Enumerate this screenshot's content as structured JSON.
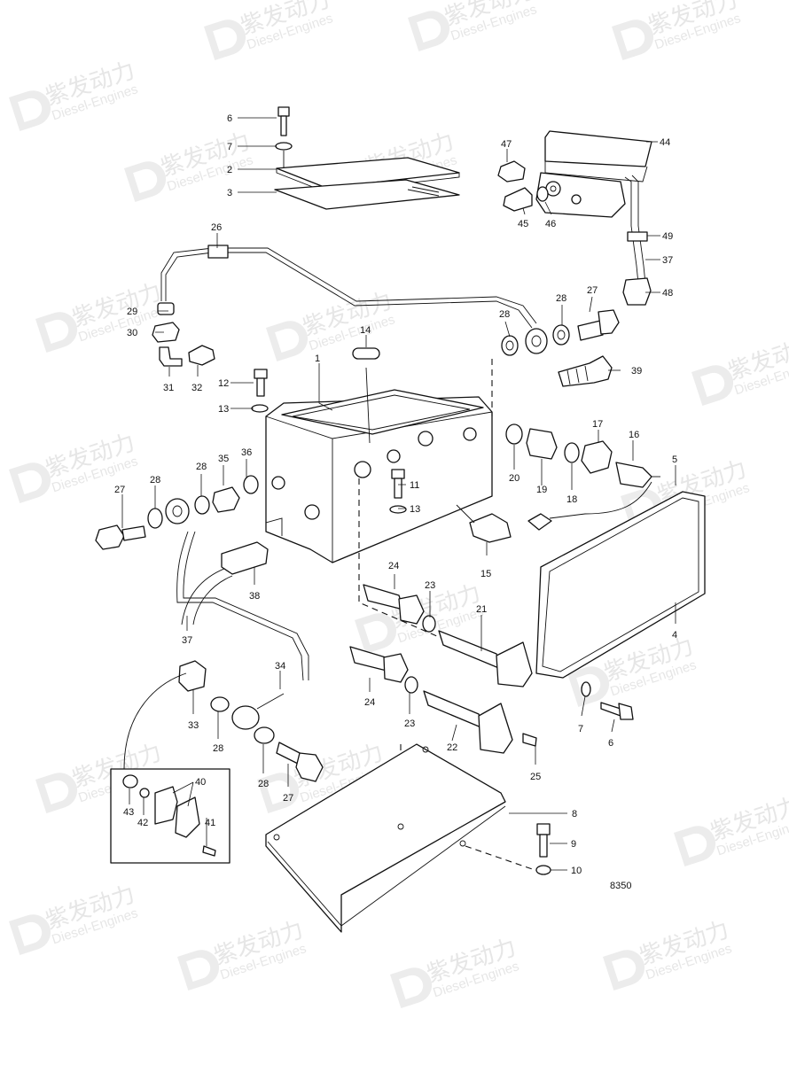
{
  "diagram": {
    "reference_number": "8350",
    "watermark": {
      "cn": "紫发动力",
      "en": "Diesel-Engines"
    },
    "callouts": [
      "1",
      "2",
      "3",
      "4",
      "5",
      "6",
      "7",
      "8",
      "9",
      "10",
      "11",
      "12",
      "13",
      "14",
      "15",
      "16",
      "17",
      "18",
      "19",
      "20",
      "21",
      "22",
      "23",
      "24",
      "25",
      "26",
      "27",
      "28",
      "29",
      "30",
      "31",
      "32",
      "33",
      "34",
      "35",
      "36",
      "37",
      "38",
      "39",
      "40",
      "41",
      "42",
      "43",
      "44",
      "45",
      "46",
      "47",
      "48",
      "49"
    ]
  }
}
